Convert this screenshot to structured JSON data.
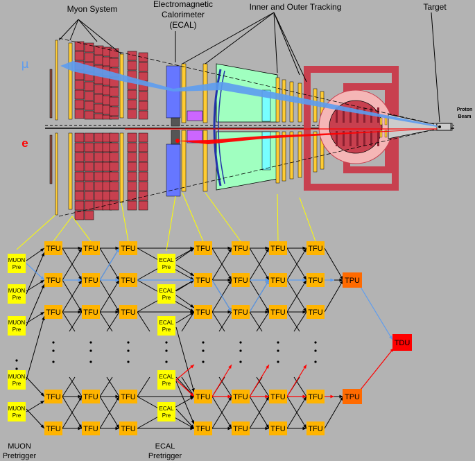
{
  "labels": {
    "myon_system": "Myon System",
    "ecal_line1": "Electromagnetic",
    "ecal_line2": "Calorimeter",
    "ecal_line3": "(ECAL)",
    "tracking": "Inner and Outer Tracking",
    "target": "Target",
    "proton": "Proton",
    "beam": "Beam",
    "mu": "μ",
    "e": "e",
    "muon_pre_footer1": "MUON",
    "muon_pre_footer2": "Pretrigger",
    "ecal_pre_footer1": "ECAL",
    "ecal_pre_footer2": "Pretrigger"
  },
  "boxes": {
    "tfu": "TFU",
    "tpu": "TPU",
    "tdu": "TDU",
    "muon_l1": "MUON",
    "muon_l2": "Pre",
    "ecal_l1": "ECAL",
    "ecal_l2": "Pre"
  },
  "colors": {
    "background": "#b3b3b3",
    "tfu": "#ffb400",
    "tpu": "#ff6a00",
    "tdu": "#ff0000",
    "pre": "#ffff00",
    "muon_path": "#5c9cf0",
    "electron_path": "#ff0000",
    "magnet": "#c8404f",
    "ecal": "#6677ff",
    "tracker": "#a0ffc0"
  }
}
